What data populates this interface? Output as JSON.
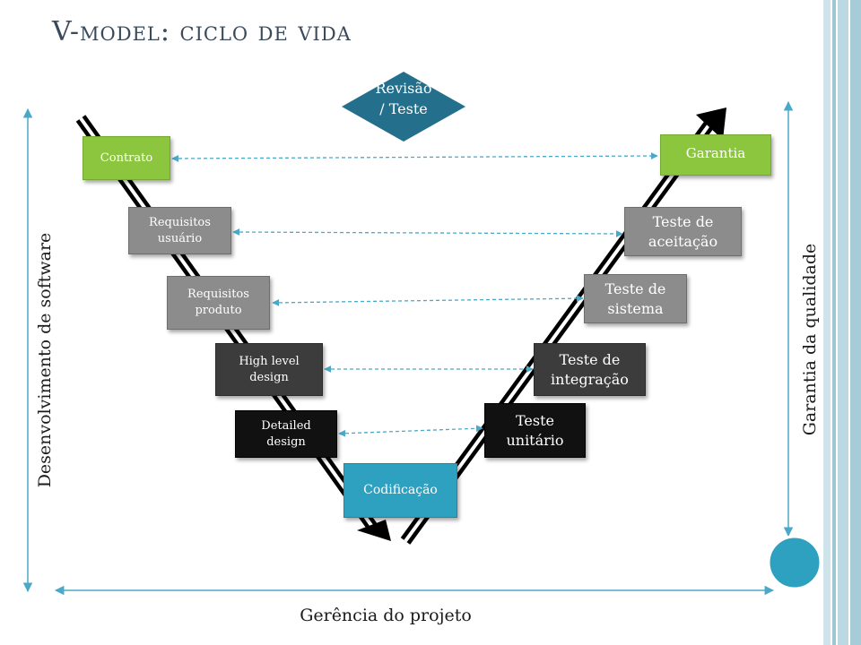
{
  "title": "V-model: ciclo de vida",
  "review": {
    "line1": "Revisão",
    "line2": "/ Teste"
  },
  "left_boxes": {
    "contrato": "Contrato",
    "req_usuario_1": "Requisitos",
    "req_usuario_2": "usuário",
    "req_produto_1": "Requisitos",
    "req_produto_2": "produto",
    "high_level_1": "High level",
    "high_level_2": "design",
    "detailed_1": "Detailed",
    "detailed_2": "design"
  },
  "bottom_box": "Codificação",
  "right_boxes": {
    "garantia": "Garantia",
    "aceitacao_1": "Teste de",
    "aceitacao_2": "aceitação",
    "sistema_1": "Teste de",
    "sistema_2": "sistema",
    "integracao_1": "Teste de",
    "integracao_2": "integração",
    "unitario_1": "Teste",
    "unitario_2": "unitário"
  },
  "side_labels": {
    "left": "Desenvolvimento de software",
    "right": "Garantia da qualidade",
    "bottom": "Gerência do projeto"
  },
  "colors": {
    "teal": "#2ea0c0",
    "green": "#8cc63f",
    "gray": "#8c8c8c",
    "dark": "#3c3c3c",
    "black": "#111111",
    "diamond": "#236f8c",
    "arrow_line": "#4aa8c8"
  }
}
